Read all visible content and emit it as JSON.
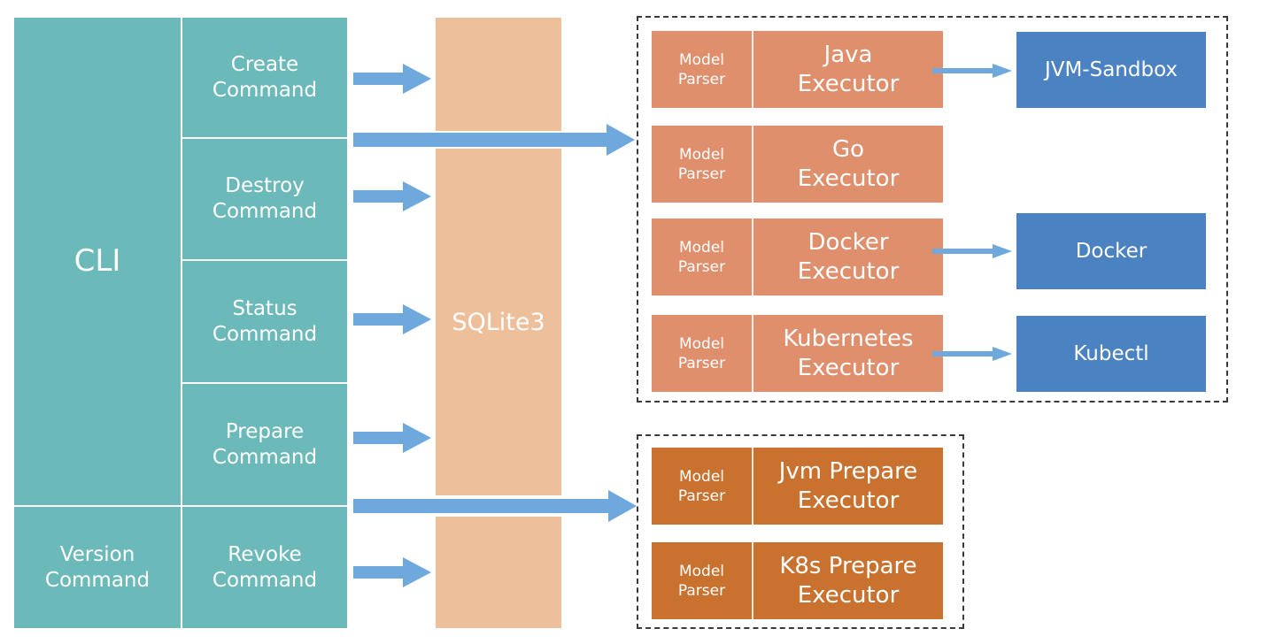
{
  "cli": {
    "label": "CLI",
    "commands": [
      "Create\nCommand",
      "Destroy\nCommand",
      "Status\nCommand",
      "Prepare\nCommand",
      "Revoke\nCommand"
    ],
    "version_command": "Version\nCommand"
  },
  "storage": {
    "label": "SQLite3"
  },
  "executors": [
    {
      "parser": "Model\nParser",
      "name": "Java\nExecutor"
    },
    {
      "parser": "Model\nParser",
      "name": "Go\nExecutor"
    },
    {
      "parser": "Model\nParser",
      "name": "Docker\nExecutor"
    },
    {
      "parser": "Model\nParser",
      "name": "Kubernetes\nExecutor"
    }
  ],
  "targets": [
    "JVM-Sandbox",
    "Docker",
    "Kubectl"
  ],
  "prepare_executors": [
    {
      "parser": "Model\nParser",
      "name": "Jvm Prepare\nExecutor"
    },
    {
      "parser": "Model\nParser",
      "name": "K8s Prepare\nExecutor"
    }
  ],
  "colors": {
    "cli": "#6cb9ba",
    "sqlite": "#edc09b",
    "executor": "#e08f6d",
    "prepare_executor": "#c9722f",
    "target": "#4b82c1",
    "arrow": "#6fa8dc"
  }
}
